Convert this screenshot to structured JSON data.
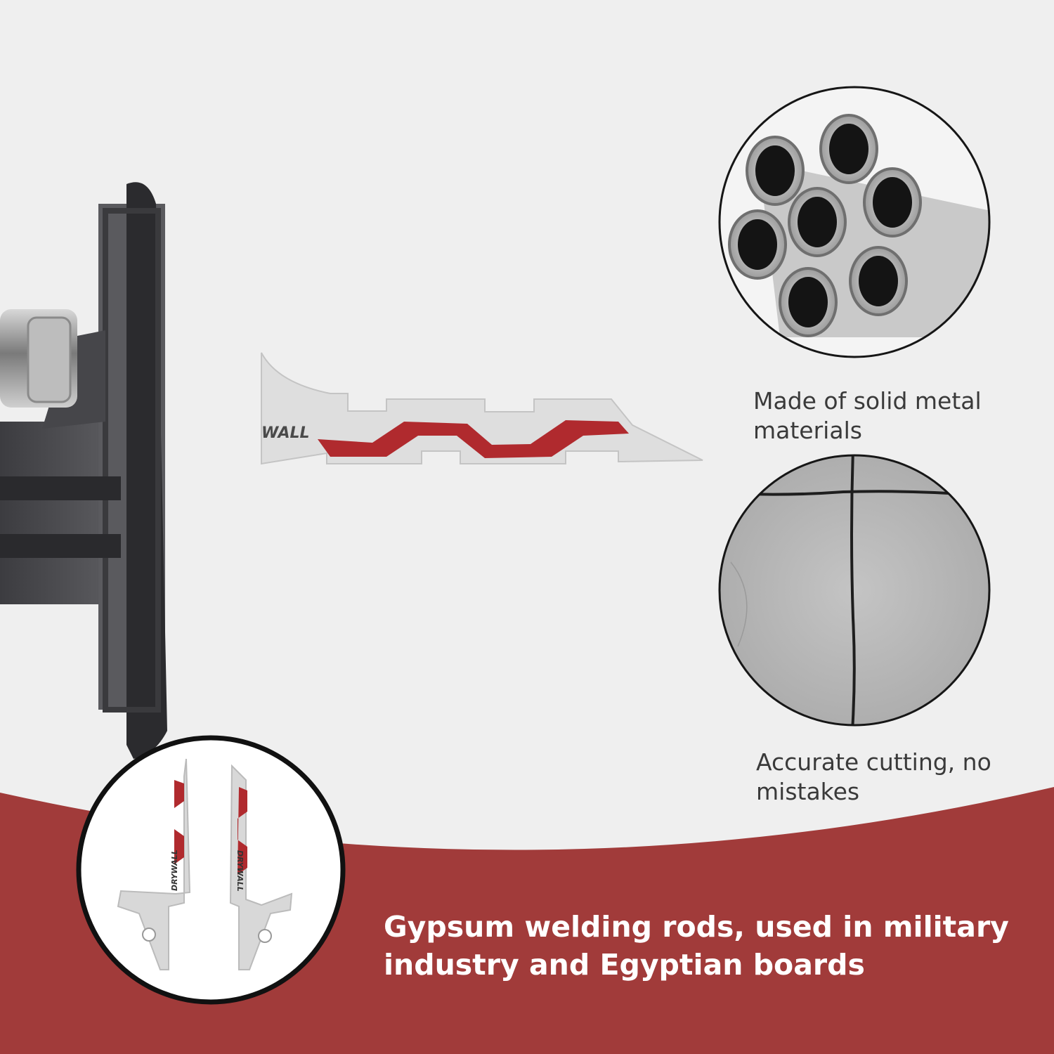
{
  "features": [
    {
      "icon": "metal-tubes-icon",
      "caption": "Made of solid metal materials"
    },
    {
      "icon": "drywall-cut-line-icon",
      "caption": "Accurate cutting, no mistakes"
    }
  ],
  "headline": "Gypsum welding rods, used in military industry and Egyptian boards",
  "blade_label": "WALL",
  "inset_blade_labels": [
    "DRYWALL",
    "DRYWALL"
  ],
  "colors": {
    "background": "#efefef",
    "banner": "#a13b3a",
    "blade_accent": "#b02a2e",
    "tool_body": "#4a4a4d"
  }
}
